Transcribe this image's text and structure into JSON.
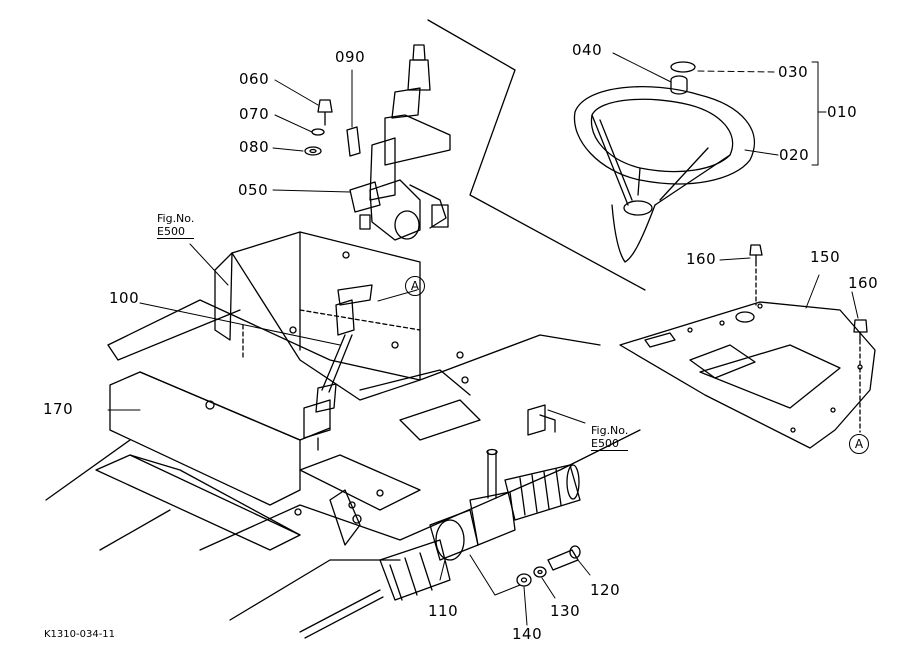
{
  "part_labels": {
    "p010": "010",
    "p020": "020",
    "p030": "030",
    "p040": "040",
    "p050": "050",
    "p060": "060",
    "p070": "070",
    "p080": "080",
    "p090": "090",
    "p100": "100",
    "p110": "110",
    "p120": "120",
    "p130": "130",
    "p140": "140",
    "p150": "150",
    "p160a": "160",
    "p160b": "160",
    "p170": "170"
  },
  "figure_refs": {
    "left": {
      "title": "Fig.No.",
      "number": "E500"
    },
    "right": {
      "title": "Fig.No.",
      "number": "E500"
    }
  },
  "connector_marks": {
    "a1": "A",
    "a2": "A"
  },
  "drawing_code": "K1310-034-11"
}
